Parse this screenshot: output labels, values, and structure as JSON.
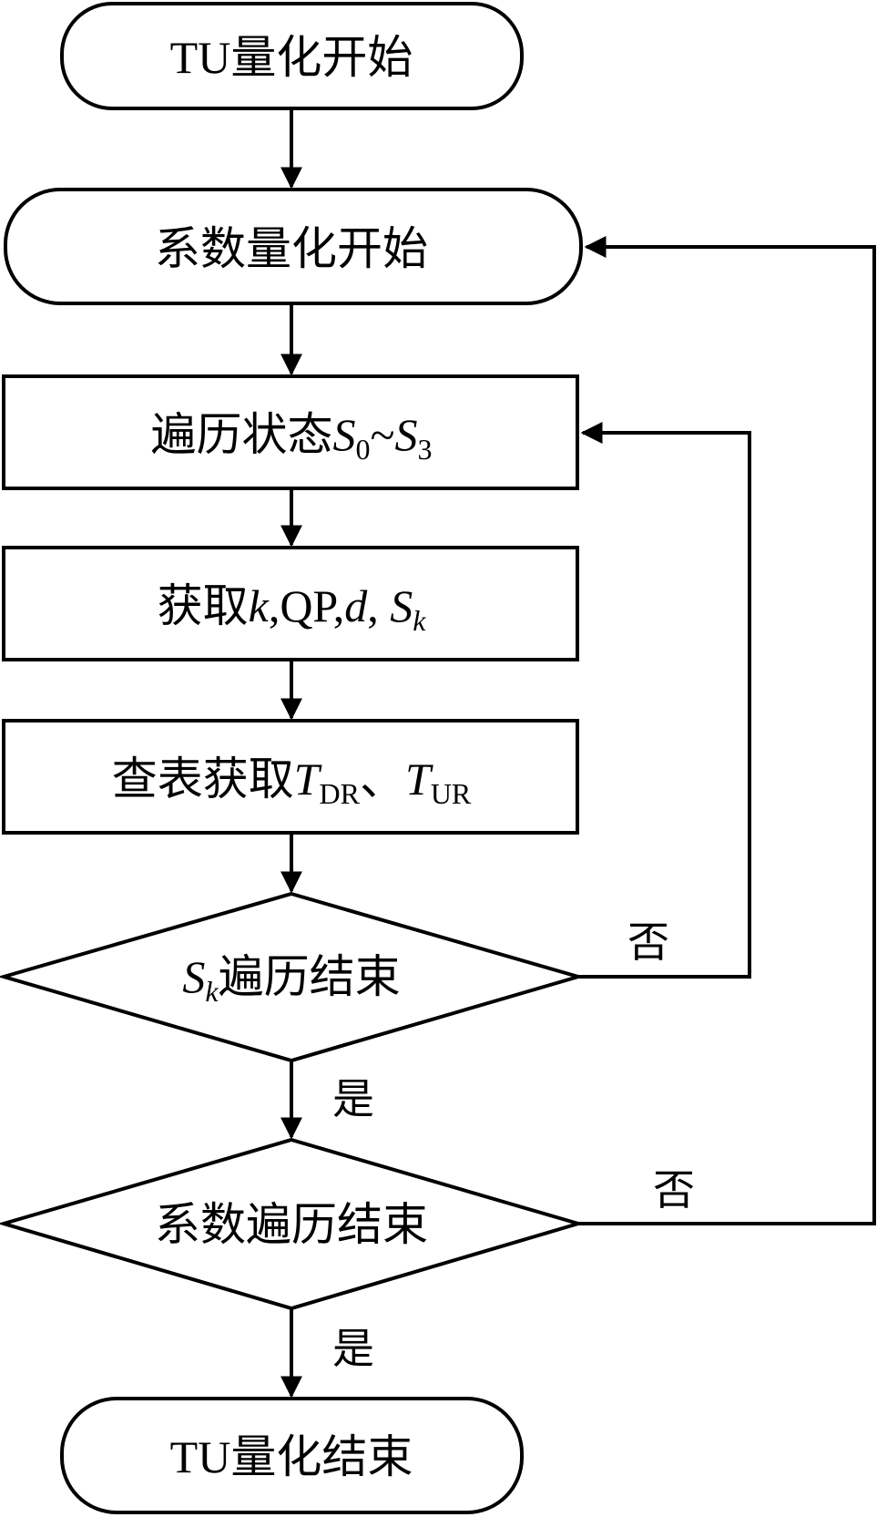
{
  "nodes": {
    "start": {
      "text": "TU量化开始"
    },
    "coef_start": {
      "text": "系数量化开始"
    },
    "traverse": {
      "prefix": "遍历状态",
      "s": "S",
      "sub0": "0",
      "tilde": "~",
      "s2": "S",
      "sub3": "3"
    },
    "acquire": {
      "prefix": "获取",
      "k": "k",
      "comma1": ",",
      "qp": "QP",
      "comma2": ",",
      "d": "d",
      "comma3": ", ",
      "s": "S",
      "subk": "k"
    },
    "lookup": {
      "prefix": "查表获取",
      "t1": "T",
      "sub1": "DR",
      "sep": "、",
      "t2": "T",
      "sub2": "UR"
    },
    "sk_end": {
      "s": "S",
      "subk": "k",
      "suffix": "遍历结束"
    },
    "coef_end": {
      "text": "系数遍历结束"
    },
    "end": {
      "text": "TU量化结束"
    }
  },
  "branches": {
    "no1": "否",
    "yes1": "是",
    "no2": "否",
    "yes2": "是"
  }
}
